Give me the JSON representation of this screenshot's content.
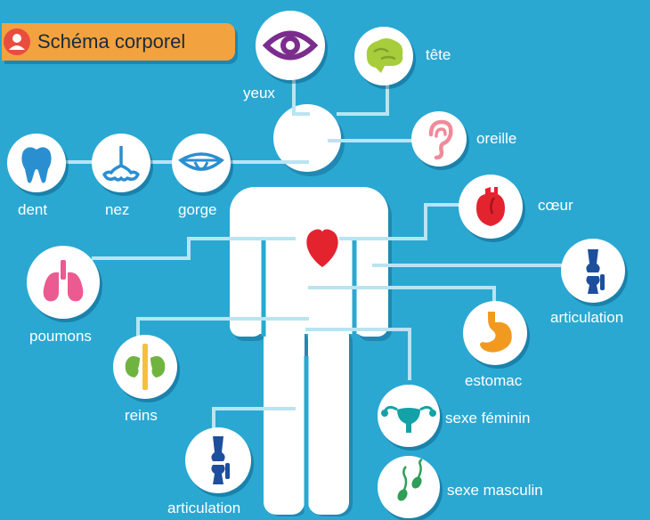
{
  "header": {
    "title": "Schéma corporel",
    "icon": "person-icon"
  },
  "organs": [
    {
      "key": "yeux",
      "label": "yeux",
      "icon": "eye-icon"
    },
    {
      "key": "tete",
      "label": "tête",
      "icon": "brain-icon"
    },
    {
      "key": "oreille",
      "label": "oreille",
      "icon": "ear-icon"
    },
    {
      "key": "dent",
      "label": "dent",
      "icon": "tooth-icon"
    },
    {
      "key": "nez",
      "label": "nez",
      "icon": "nose-icon"
    },
    {
      "key": "gorge",
      "label": "gorge",
      "icon": "mouth-icon"
    },
    {
      "key": "coeur",
      "label": "cœur",
      "icon": "heart-icon"
    },
    {
      "key": "poumons",
      "label": "poumons",
      "icon": "lungs-icon"
    },
    {
      "key": "articulation_right",
      "label": "articulation",
      "icon": "knee-joint-icon"
    },
    {
      "key": "estomac",
      "label": "estomac",
      "icon": "stomach-icon"
    },
    {
      "key": "reins",
      "label": "reins",
      "icon": "kidneys-icon"
    },
    {
      "key": "sexe_feminin",
      "label": "sexe féminin",
      "icon": "uterus-icon"
    },
    {
      "key": "sexe_masculin",
      "label": "sexe masculin",
      "icon": "sperm-icon"
    },
    {
      "key": "articulation_bottom",
      "label": "articulation",
      "icon": "knee-joint-icon"
    }
  ],
  "colors": {
    "background": "#2aa8d2",
    "body": "#ffffff",
    "connector": "#b9e4f2",
    "badge": "#f2a23f",
    "accent_red": "#e3232e",
    "joint_blue": "#1d4f9c",
    "eye_purple": "#7b2d8e",
    "brain_green": "#a7cd3b",
    "ear_pink": "#f08a9a",
    "tooth_blue": "#2a8fd0",
    "lungs_pink": "#ec5a92",
    "kidney_green": "#6fb43f",
    "stomach_orange": "#f29a1f",
    "uterus_teal": "#13a2a8",
    "sperm_green": "#2f9f57"
  }
}
